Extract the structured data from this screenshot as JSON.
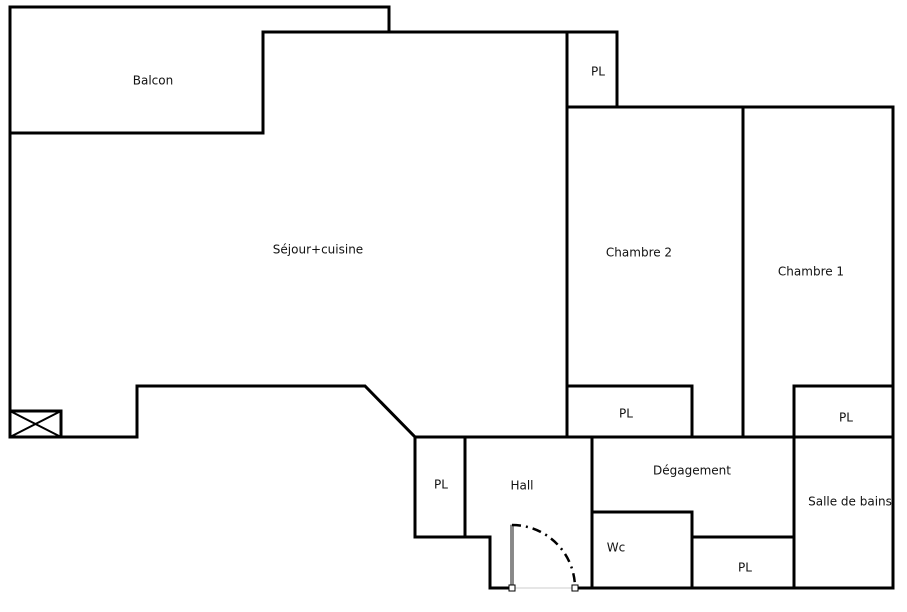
{
  "rooms": {
    "balcon": "Balcon",
    "sejour": "Séjour+cuisine",
    "pl_top": "PL",
    "chambre2": "Chambre 2",
    "chambre1": "Chambre 1",
    "pl_chambre2": "PL",
    "pl_chambre1": "PL",
    "pl_entry": "PL",
    "hall": "Hall",
    "degagement": "Dégagement",
    "salle_de_bains": "Salle de bains",
    "wc": "Wc",
    "pl_wc": "PL"
  },
  "colors": {
    "wall": "#000000",
    "door": "#888888"
  }
}
